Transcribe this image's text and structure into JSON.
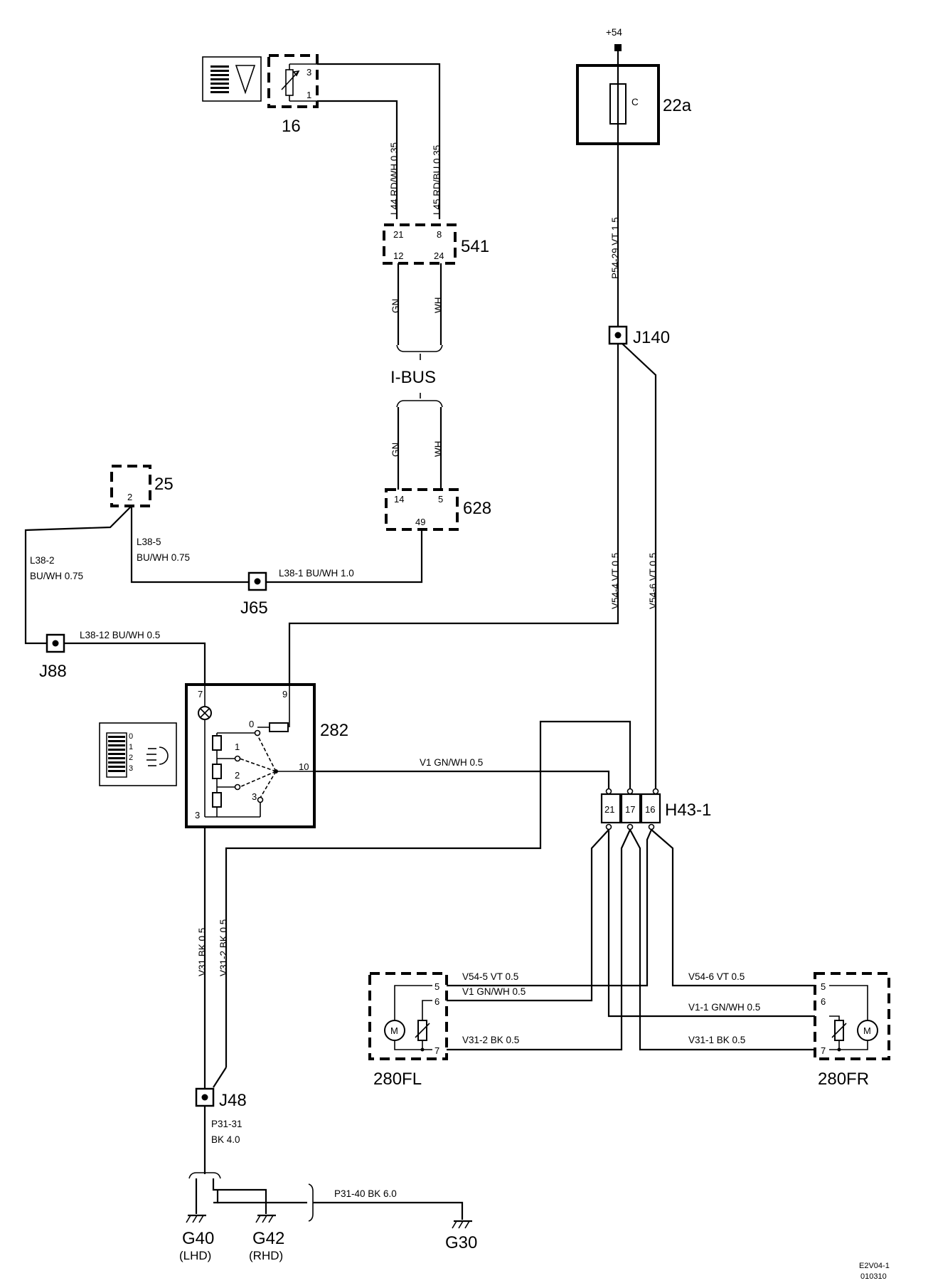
{
  "supply": "+54",
  "components": {
    "c16": "16",
    "c22a": "22a",
    "fuse_label": "C",
    "c541": "541",
    "c628": "628",
    "c25": "25",
    "c282": "282",
    "h43": "H43-1",
    "m280fl": "280FL",
    "m280fr": "280FR",
    "motor": "M"
  },
  "bus": "I-BUS",
  "junctions": {
    "j140": "J140",
    "j65": "J65",
    "j88": "J88",
    "j48": "J48"
  },
  "grounds": {
    "g40": "G40",
    "g40_note": "(LHD)",
    "g42": "G42",
    "g42_note": "(RHD)",
    "g30": "G30"
  },
  "pins": {
    "p16_3": "3",
    "p16_1": "1",
    "p541_21": "21",
    "p541_8": "8",
    "p541_12": "12",
    "p541_24": "24",
    "p628_14": "14",
    "p628_5": "5",
    "p628_49": "49",
    "p25_2": "2",
    "p282_7": "7",
    "p282_9": "9",
    "p282_10": "10",
    "p282_3": "3",
    "sw_0": "0",
    "sw_1": "1",
    "sw_2": "2",
    "sw_3": "3",
    "h_21": "21",
    "h_17": "17",
    "h_16": "16",
    "fl_5": "5",
    "fl_6": "6",
    "fl_7": "7",
    "fr_5": "5",
    "fr_6": "6",
    "fr_7": "7"
  },
  "wires": {
    "l44": "L44   RD/WH   0.35",
    "l45": "L45   RD/BU   0.35",
    "gn_top": "GN",
    "wh_top": "WH",
    "gn_bot": "GN",
    "wh_bot": "WH",
    "p54_29": "P54-29   VT   1.5",
    "l38_5": "L38-5",
    "l38_5_spec": "BU/WH  0.75",
    "l38_1": "L38-1   BU/WH  1.0",
    "l38_2": "L38-2",
    "l38_2_spec": "BU/WH  0.75",
    "l38_12": "L38-12   BU/WH  0.5",
    "v54_4": "V54-4   VT   0.5",
    "v54_6_up": "V54-6   VT   0.5",
    "v1": "V1   GN/WH  0.5",
    "v31": "V31   BK   0.5",
    "v31_2": "V31-2   BK   0.5",
    "v54_5": "V54-5   VT   0.5",
    "v1_fl": "V1    GN/WH    0.5",
    "v31_2_fl": "V31-2    BK    0.5",
    "v54_6_fr": "V54-6   VT   0.5",
    "v1_1": "V1-1   GN/WH   0.5",
    "v31_1": "V31-1    BK    0.5",
    "p31_31": "P31-31",
    "p31_31_spec": "BK  4.0",
    "p31_40": "P31-40   BK   6.0"
  },
  "switch_legend": [
    "0",
    "1",
    "2",
    "3"
  ],
  "footer_code": "E2V04-1",
  "footer_num": "010310"
}
